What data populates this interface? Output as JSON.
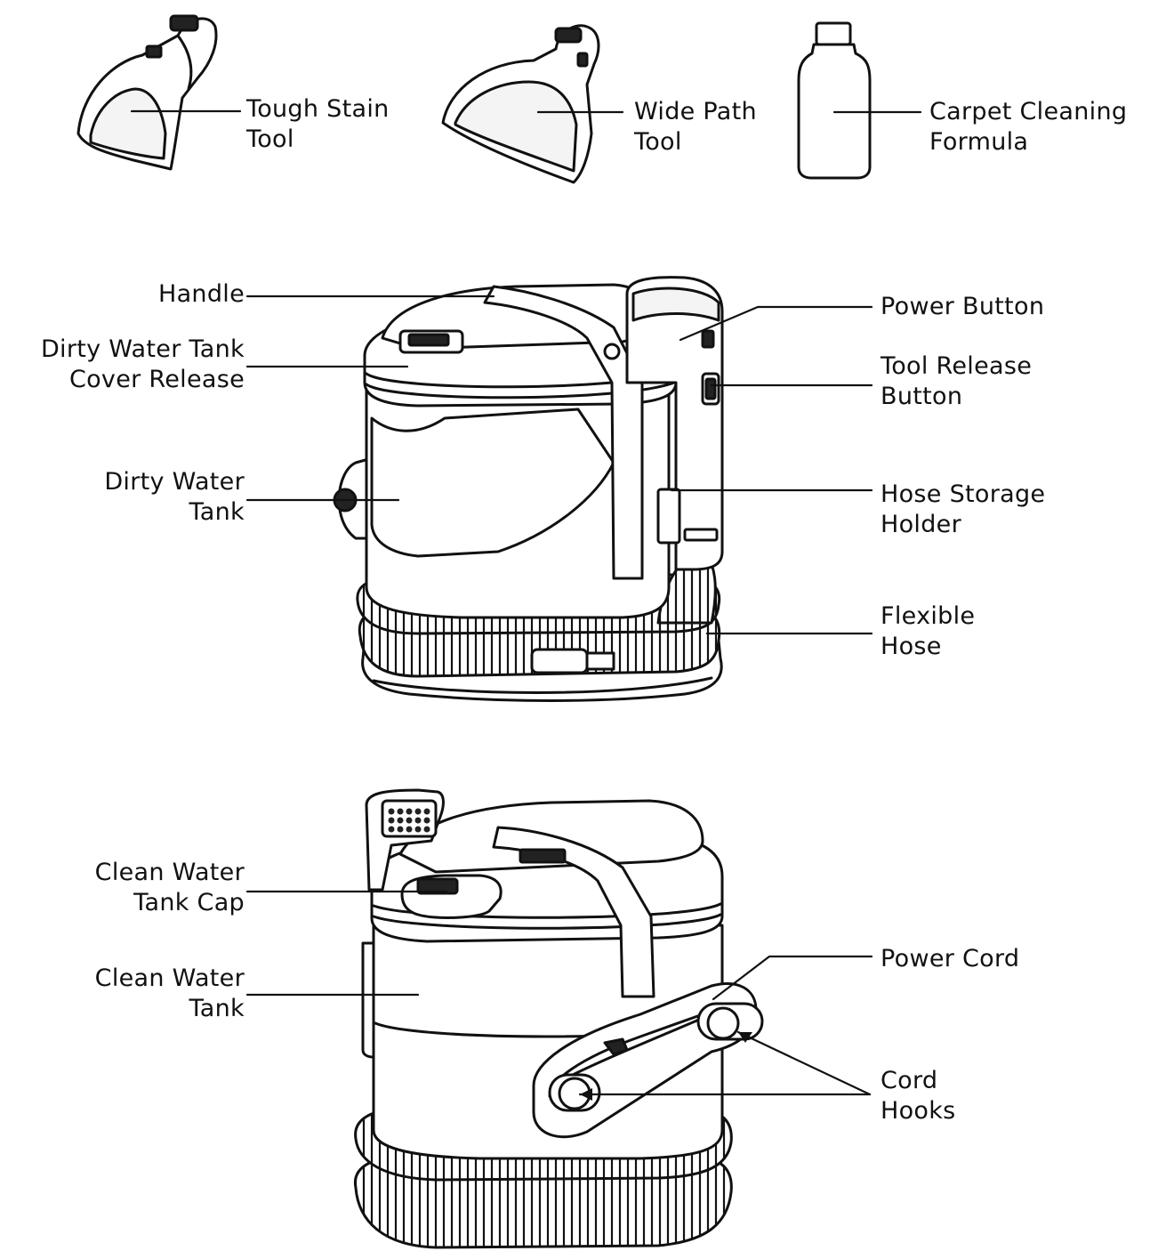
{
  "colors": {
    "ink": "#111111",
    "background": "#ffffff",
    "fill_light": "#f4f4f4",
    "fill_dark": "#222222"
  },
  "accessories": {
    "tough_stain_tool": [
      "Tough Stain",
      "Tool"
    ],
    "wide_path_tool": [
      "Wide Path",
      "Tool"
    ],
    "carpet_cleaning_formula": [
      "Carpet Cleaning",
      "Formula"
    ]
  },
  "front_view": {
    "handle": [
      "Handle"
    ],
    "dirty_water_tank_cover_release": [
      "Dirty Water Tank",
      "Cover Release"
    ],
    "dirty_water_tank": [
      "Dirty Water",
      "Tank"
    ],
    "power_button": [
      "Power Button"
    ],
    "tool_release_button": [
      "Tool Release",
      "Button"
    ],
    "hose_storage_holder": [
      "Hose Storage",
      "Holder"
    ],
    "flexible_hose": [
      "Flexible",
      "Hose"
    ]
  },
  "rear_view": {
    "clean_water_tank_cap": [
      "Clean Water",
      "Tank Cap"
    ],
    "clean_water_tank": [
      "Clean Water",
      "Tank"
    ],
    "power_cord": [
      "Power Cord"
    ],
    "cord_hooks": [
      "Cord",
      "Hooks"
    ]
  }
}
